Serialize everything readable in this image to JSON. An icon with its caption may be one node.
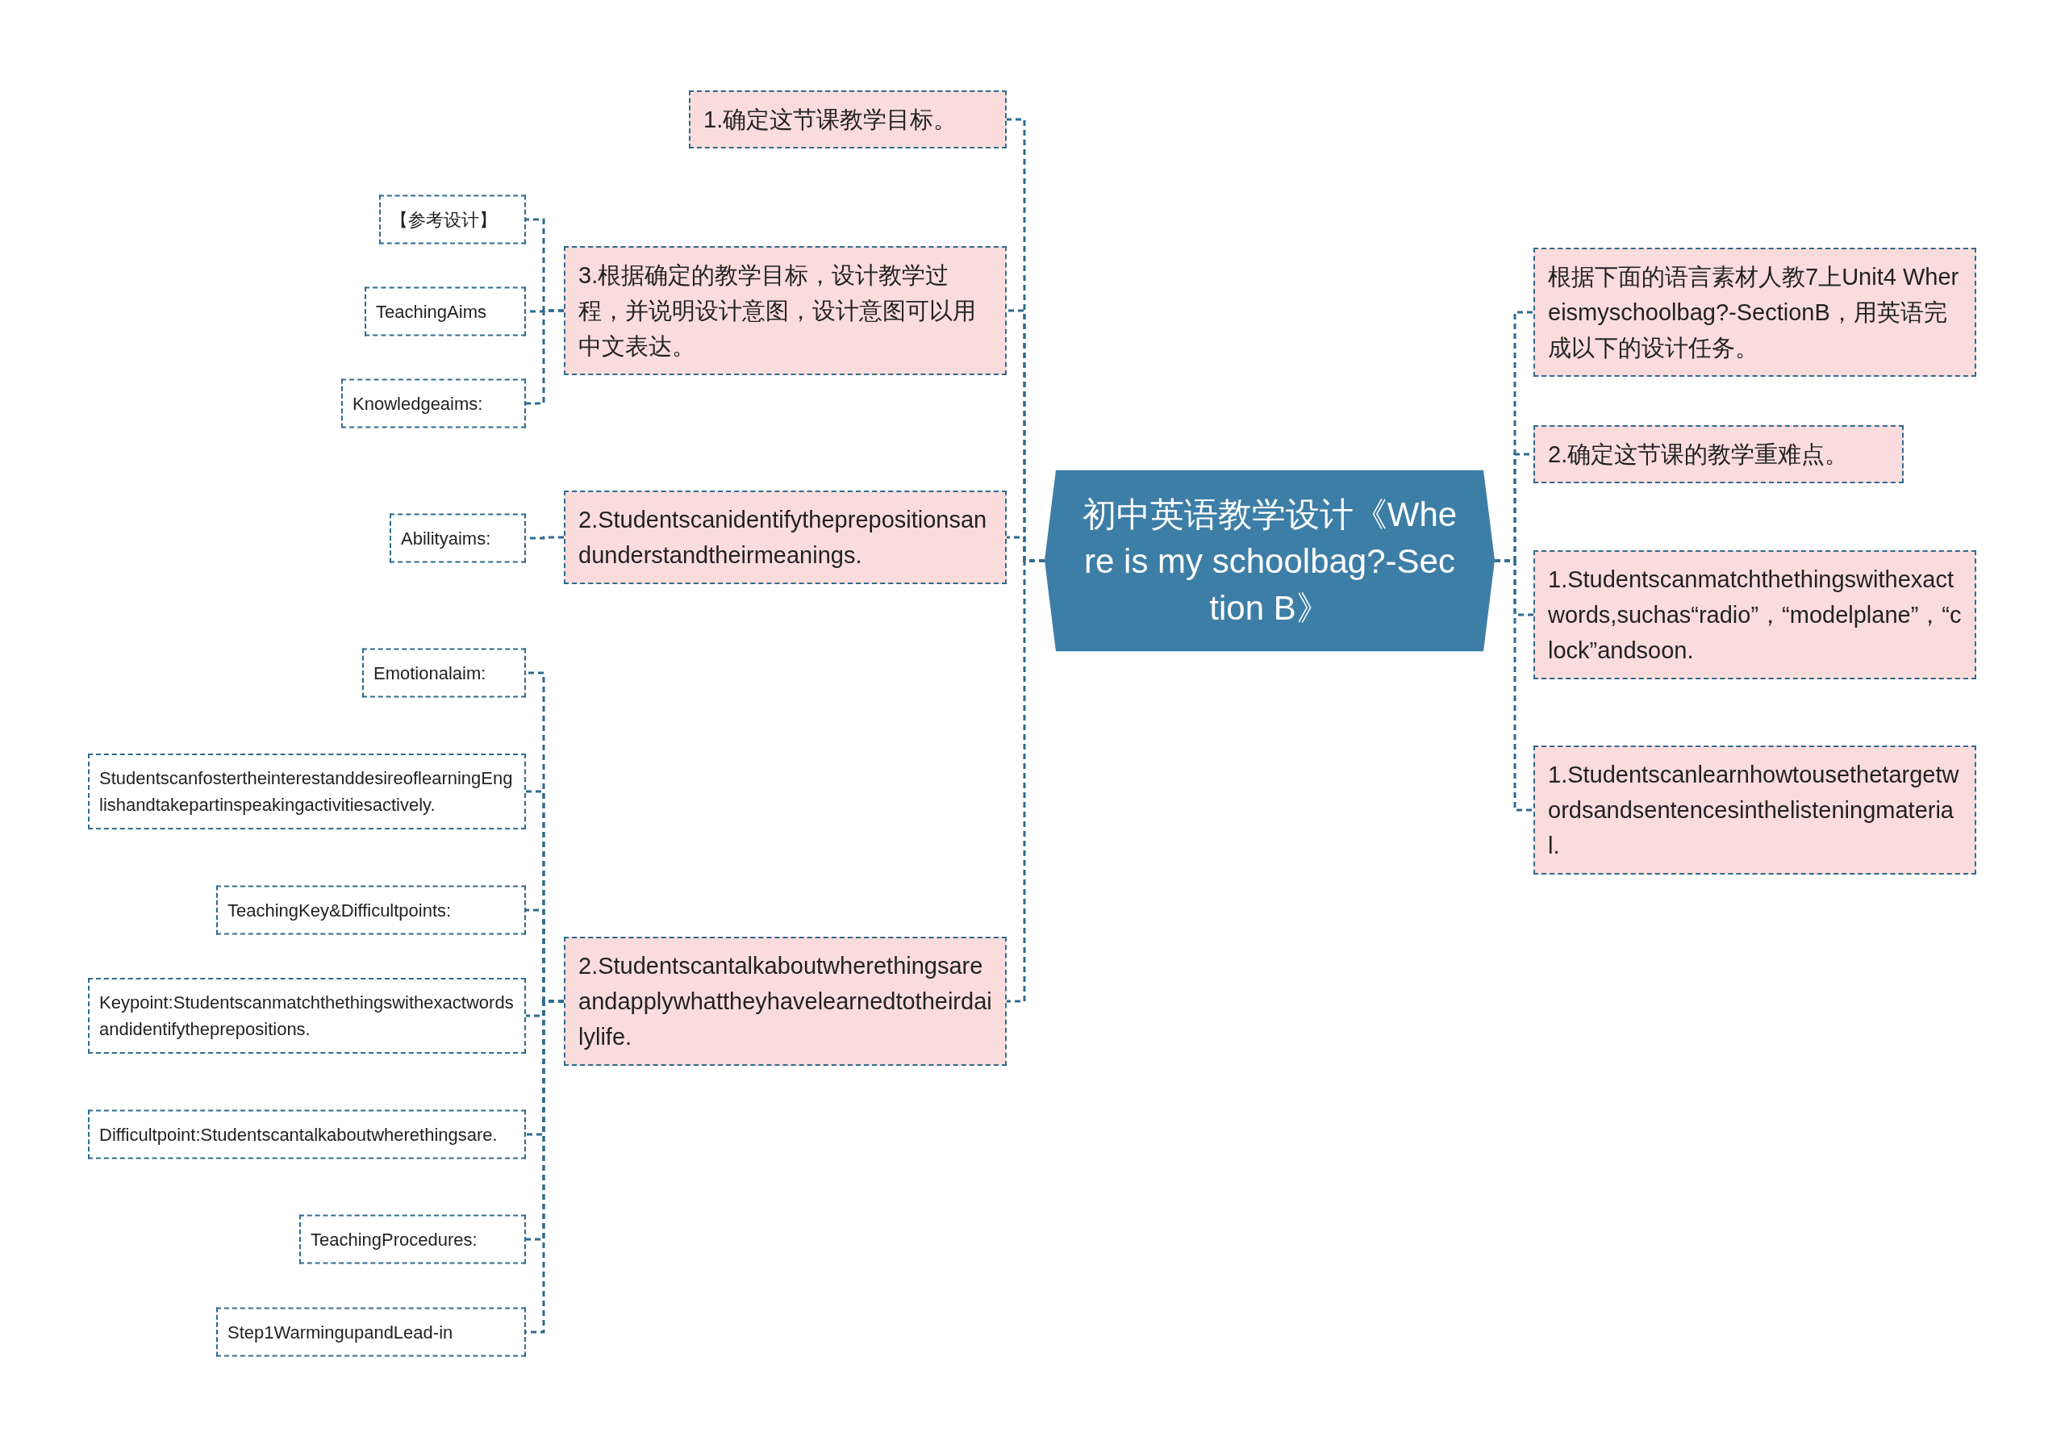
{
  "diagram": {
    "nodes": [
      {
        "text": [
          "初中英语教学设计《Where is my schoolbag?-Section B》"
        ]
      },
      {
        "text": [
          "1.确定这节课教学目标。"
        ]
      },
      {
        "text": [
          "3.根据确定的教学目标，设计教学过程，并说明设计意图，设计意图可以用中文表达。"
        ]
      },
      {
        "text": [
          "【参考设计】"
        ]
      },
      {
        "text": [
          "TeachingAims"
        ]
      },
      {
        "text": [
          "Knowledgeaims:"
        ]
      },
      {
        "text": [
          "2.Studentscanidentifytheprepositionsandunderstandtheirmeanings."
        ]
      },
      {
        "text": [
          "Abilityaims:"
        ]
      },
      {
        "text": [
          "2.Studentscantalkaboutwherethingsareandapplywhattheyhavelearnedtotheirdailylife."
        ]
      },
      {
        "text": [
          "Emotionalaim:"
        ]
      },
      {
        "text": [
          "StudentscanfostertheinterestanddesireoflearningEnglishandtakepartinspeakingactivitiesactively."
        ]
      },
      {
        "text": [
          "TeachingKey&Difficultpoints:"
        ]
      },
      {
        "text": [
          "Keypoint:Studentscanmatchthethingswithexactwordsandidentifytheprepositions."
        ]
      },
      {
        "text": [
          "Difficultpoint:Studentscantalkaboutwherethingsare."
        ]
      },
      {
        "text": [
          "TeachingProcedures:"
        ]
      },
      {
        "text": [
          "Step1WarmingupandLead-in"
        ]
      },
      {
        "text": [
          "根据下面的语言素材人教7上Unit4 Whereismyschoolbag?-SectionB，用英语完成以下的设计任务。"
        ]
      },
      {
        "text": [
          "2.确定这节课的教学重难点。"
        ]
      },
      {
        "text": [
          "1.Studentscanmatchthethingswithexactwords,suchas“radio”，“modelplane”，“clock”andsoon."
        ]
      },
      {
        "text": [
          "1.Studentscanlearnhowtousethetargetwordsandsentencesinthelisteningmaterial."
        ]
      }
    ],
    "edges": [
      {
        "from": 0,
        "to": 1,
        "arrow": "none"
      },
      {
        "from": 0,
        "to": 2,
        "arrow": "none"
      },
      {
        "from": 2,
        "to": 3,
        "arrow": "none"
      },
      {
        "from": 2,
        "to": 4,
        "arrow": "none"
      },
      {
        "from": 2,
        "to": 5,
        "arrow": "none"
      },
      {
        "from": 0,
        "to": 6,
        "arrow": "none"
      },
      {
        "from": 6,
        "to": 7,
        "arrow": "none"
      },
      {
        "from": 0,
        "to": 8,
        "arrow": "none"
      },
      {
        "from": 8,
        "to": 9,
        "arrow": "none"
      },
      {
        "from": 8,
        "to": 10,
        "arrow": "none"
      },
      {
        "from": 8,
        "to": 11,
        "arrow": "none"
      },
      {
        "from": 8,
        "to": 12,
        "arrow": "none"
      },
      {
        "from": 8,
        "to": 13,
        "arrow": "none"
      },
      {
        "from": 8,
        "to": 14,
        "arrow": "none"
      },
      {
        "from": 8,
        "to": 15,
        "arrow": "none"
      },
      {
        "from": 0,
        "to": 16,
        "arrow": "none"
      },
      {
        "from": 0,
        "to": 17,
        "arrow": "none"
      },
      {
        "from": 0,
        "to": 18,
        "arrow": "none"
      },
      {
        "from": 0,
        "to": 19,
        "arrow": "none"
      }
    ]
  }
}
